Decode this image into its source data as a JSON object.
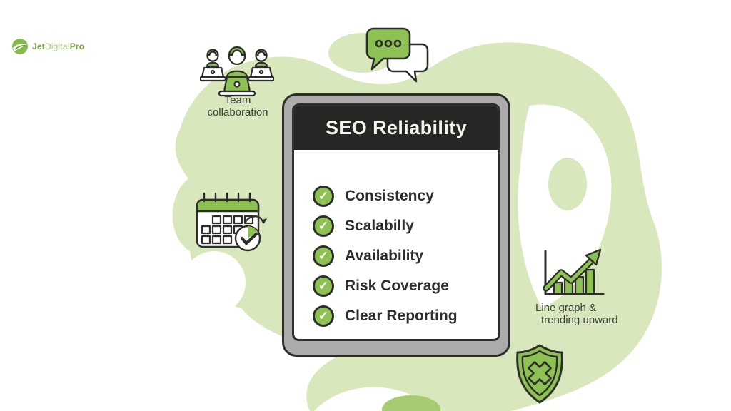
{
  "logo": {
    "part1": "Jet",
    "part2": "Digital",
    "part3": "Pro",
    "icon": "leaf-globe-icon"
  },
  "card": {
    "title": "SEO Reliability",
    "items": [
      "Consistency",
      "Scalabilly",
      "Availability",
      "Risk Coverage",
      "Clear Reporting"
    ]
  },
  "annotations": {
    "team_line1": "Team",
    "team_line2": "collaboration",
    "graph_line1": "Line graph &",
    "graph_line2": "trending upward"
  },
  "icons": {
    "check_glyph": "✓",
    "names": [
      "team-collaboration-icon",
      "chat-bubbles-icon",
      "calendar-check-icon",
      "line-graph-icon",
      "shield-x-icon",
      "checkmark-icon"
    ]
  },
  "colors": {
    "blob_light_green": "#d9e7bc",
    "blob_bright_green": "#a7cb70",
    "accent_green": "#8dc153",
    "outline_dark": "#2d2d2b",
    "tablet_frame_gray": "#ababab",
    "header_bg": "#262624",
    "label_gray": "#3c3c3a"
  }
}
